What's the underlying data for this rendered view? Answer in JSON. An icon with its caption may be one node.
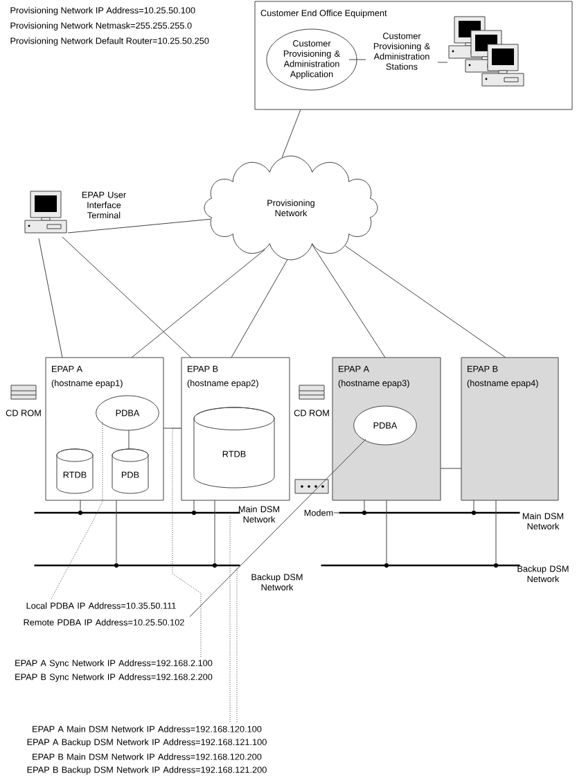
{
  "diagram": {
    "nodes": [
      {
        "text": [
          "Customer End Office Equipment"
        ]
      },
      {
        "text": [
          "Customer Provisioning & Administration Application"
        ],
        "in": 0
      },
      {
        "text": [
          "Customer Provisioning & Administration Stations"
        ],
        "in": 0
      },
      {
        "text": [],
        "shape": "computer",
        "in": 0
      },
      {
        "text": [
          "Provisioning Network"
        ]
      },
      {
        "text": [],
        "shape": "computer",
        "beside": [
          "EPAP User Interface Terminal"
        ]
      },
      {
        "text": [
          "EPAP A",
          "(hostname epap1)"
        ]
      },
      {
        "text": [
          "PDBA"
        ],
        "in": 6
      },
      {
        "text": [
          "RTDB"
        ],
        "in": 6
      },
      {
        "text": [
          "PDB"
        ],
        "in": 6
      },
      {
        "text": [
          "EPAP B",
          "(hostname epap2)"
        ]
      },
      {
        "text": [
          "RTDB"
        ],
        "in": 10
      },
      {
        "text": [
          "EPAP A",
          "(hostname epap3)"
        ]
      },
      {
        "text": [
          "PDBA"
        ],
        "in": 12
      },
      {
        "text": [
          "EPAP B",
          "(hostname epap4)"
        ]
      },
      {
        "text": [
          "Modem"
        ]
      },
      {
        "text": [],
        "shape": "bar",
        "beside": [
          "Main DSM Network"
        ]
      },
      {
        "text": [],
        "shape": "bar",
        "beside": [
          "Backup DSM Network"
        ]
      },
      {
        "text": [],
        "shape": "bar",
        "beside": [
          "Main DSM Network"
        ]
      },
      {
        "text": [],
        "shape": "bar",
        "beside": [
          "Backup DSM Network"
        ]
      },
      {
        "text": [
          "Local PDBA IP Address=10.35.50.111"
        ]
      },
      {
        "text": [
          "Remote PDBA IP Address=10.25.50.102"
        ]
      },
      {
        "text": [
          "EPAP A Sync Network IP Address=192.168.2.100"
        ]
      },
      {
        "text": [
          "EPAP B Sync Network IP Address=192.168.2.200"
        ]
      },
      {
        "text": [
          "EPAP A Main DSM Network IP Address=192.168.120.100"
        ]
      },
      {
        "text": [
          "EPAP A Backup DSM Network IP Address=192.168.121.100"
        ]
      },
      {
        "text": [
          "EPAP B Main DSM Network IP Address=192.168.120.200"
        ]
      },
      {
        "text": [
          "EPAP B Backup DSM Network IP Address=192.168.121.200"
        ]
      }
    ],
    "edges": [
      {
        "from": 0,
        "to": 4,
        "arrow": "none"
      },
      {
        "from": 1,
        "to": 2,
        "arrow": "none"
      },
      {
        "from": 2,
        "to": 3,
        "arrow": "none"
      },
      {
        "from": 5,
        "to": 4,
        "arrow": "none"
      },
      {
        "from": 5,
        "to": 6,
        "arrow": "none"
      },
      {
        "from": 5,
        "to": 10,
        "arrow": "none"
      },
      {
        "from": 4,
        "to": 6,
        "arrow": "none"
      },
      {
        "from": 4,
        "to": 10,
        "arrow": "none"
      },
      {
        "from": 4,
        "to": 12,
        "arrow": "none"
      },
      {
        "from": 4,
        "to": 14,
        "arrow": "none"
      },
      {
        "from": 7,
        "to": 9,
        "arrow": "none"
      },
      {
        "from": 6,
        "to": 10,
        "arrow": "none"
      },
      {
        "from": 12,
        "to": 14,
        "arrow": "none"
      },
      {
        "from": 6,
        "to": 16,
        "arrow": "none"
      },
      {
        "from": 10,
        "to": 16,
        "arrow": "none"
      },
      {
        "from": 6,
        "to": 17,
        "arrow": "none"
      },
      {
        "from": 10,
        "to": 17,
        "arrow": "none"
      },
      {
        "from": 12,
        "to": 18,
        "arrow": "none"
      },
      {
        "from": 14,
        "to": 18,
        "arrow": "none"
      },
      {
        "from": 12,
        "to": 19,
        "arrow": "none"
      },
      {
        "from": 14,
        "to": 19,
        "arrow": "none"
      },
      {
        "from": 15,
        "to": 18,
        "arrow": "none"
      },
      {
        "from": 20,
        "to": 7,
        "arrow": "none",
        "style": "dashed"
      },
      {
        "from": 21,
        "to": 13,
        "arrow": "none"
      },
      {
        "from": 22,
        "to": 10,
        "arrow": "none",
        "style": "dashed"
      },
      {
        "from": 24,
        "to": 16,
        "arrow": "none",
        "style": "dashed"
      },
      {
        "from": 24,
        "to": 17,
        "arrow": "none",
        "style": "dashed"
      }
    ],
    "labels": [
      "Provisioning Network IP Address=10.25.50.100",
      "Provisioning Network Netmask=255.255.255.0",
      "Provisioning Network Default Router=10.25.50.250",
      "CD ROM",
      "CD ROM"
    ]
  }
}
